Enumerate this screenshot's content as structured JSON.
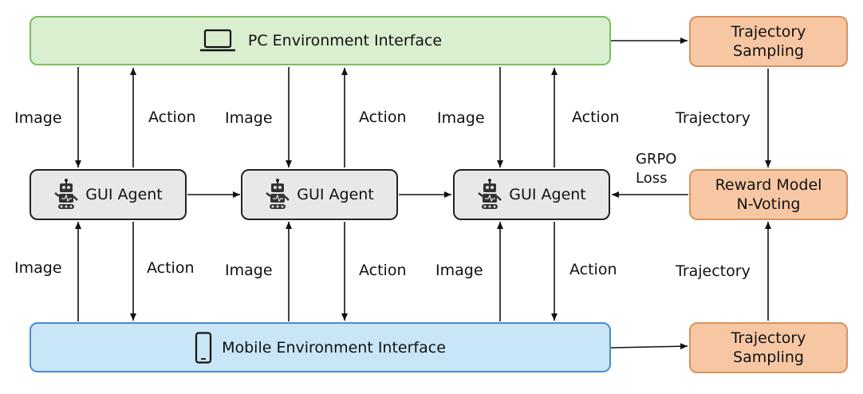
{
  "pc_interface": {
    "label": "PC Environment Interface",
    "icon": "laptop-icon"
  },
  "mobile_interface": {
    "label": "Mobile Environment Interface",
    "icon": "smartphone-icon"
  },
  "agents": [
    {
      "label": "GUI Agent",
      "icon": "robot-icon"
    },
    {
      "label": "GUI Agent",
      "icon": "robot-icon"
    },
    {
      "label": "GUI Agent",
      "icon": "robot-icon"
    }
  ],
  "trajectory_sampling_top": {
    "line1": "Trajectory",
    "line2": "Sampling"
  },
  "trajectory_sampling_bottom": {
    "line1": "Trajectory",
    "line2": "Sampling"
  },
  "reward_model": {
    "line1": "Reward Model",
    "line2": "N-Voting"
  },
  "labels": {
    "image": "Image",
    "action": "Action",
    "trajectory": "Trajectory",
    "grpo_line1": "GRPO",
    "grpo_line2": "Loss"
  }
}
